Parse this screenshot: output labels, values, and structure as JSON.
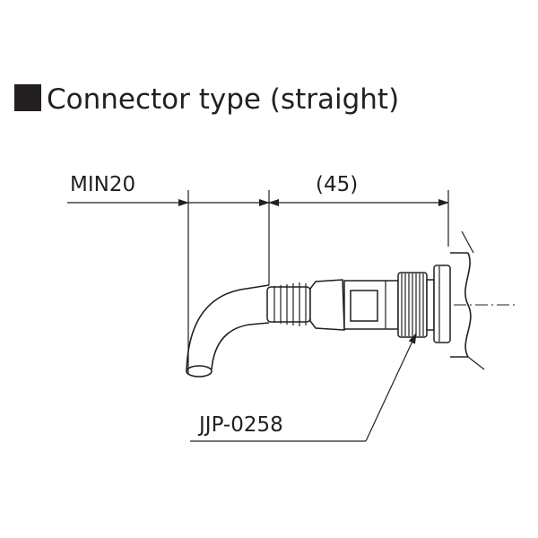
{
  "heading": {
    "icon": "square-bullet-icon",
    "text": "Connector type (straight)",
    "color": "#231f20"
  },
  "dimensions": {
    "bend_radius": "MIN20",
    "length": "(45)"
  },
  "part_callout": {
    "label": "JJP-0258"
  }
}
